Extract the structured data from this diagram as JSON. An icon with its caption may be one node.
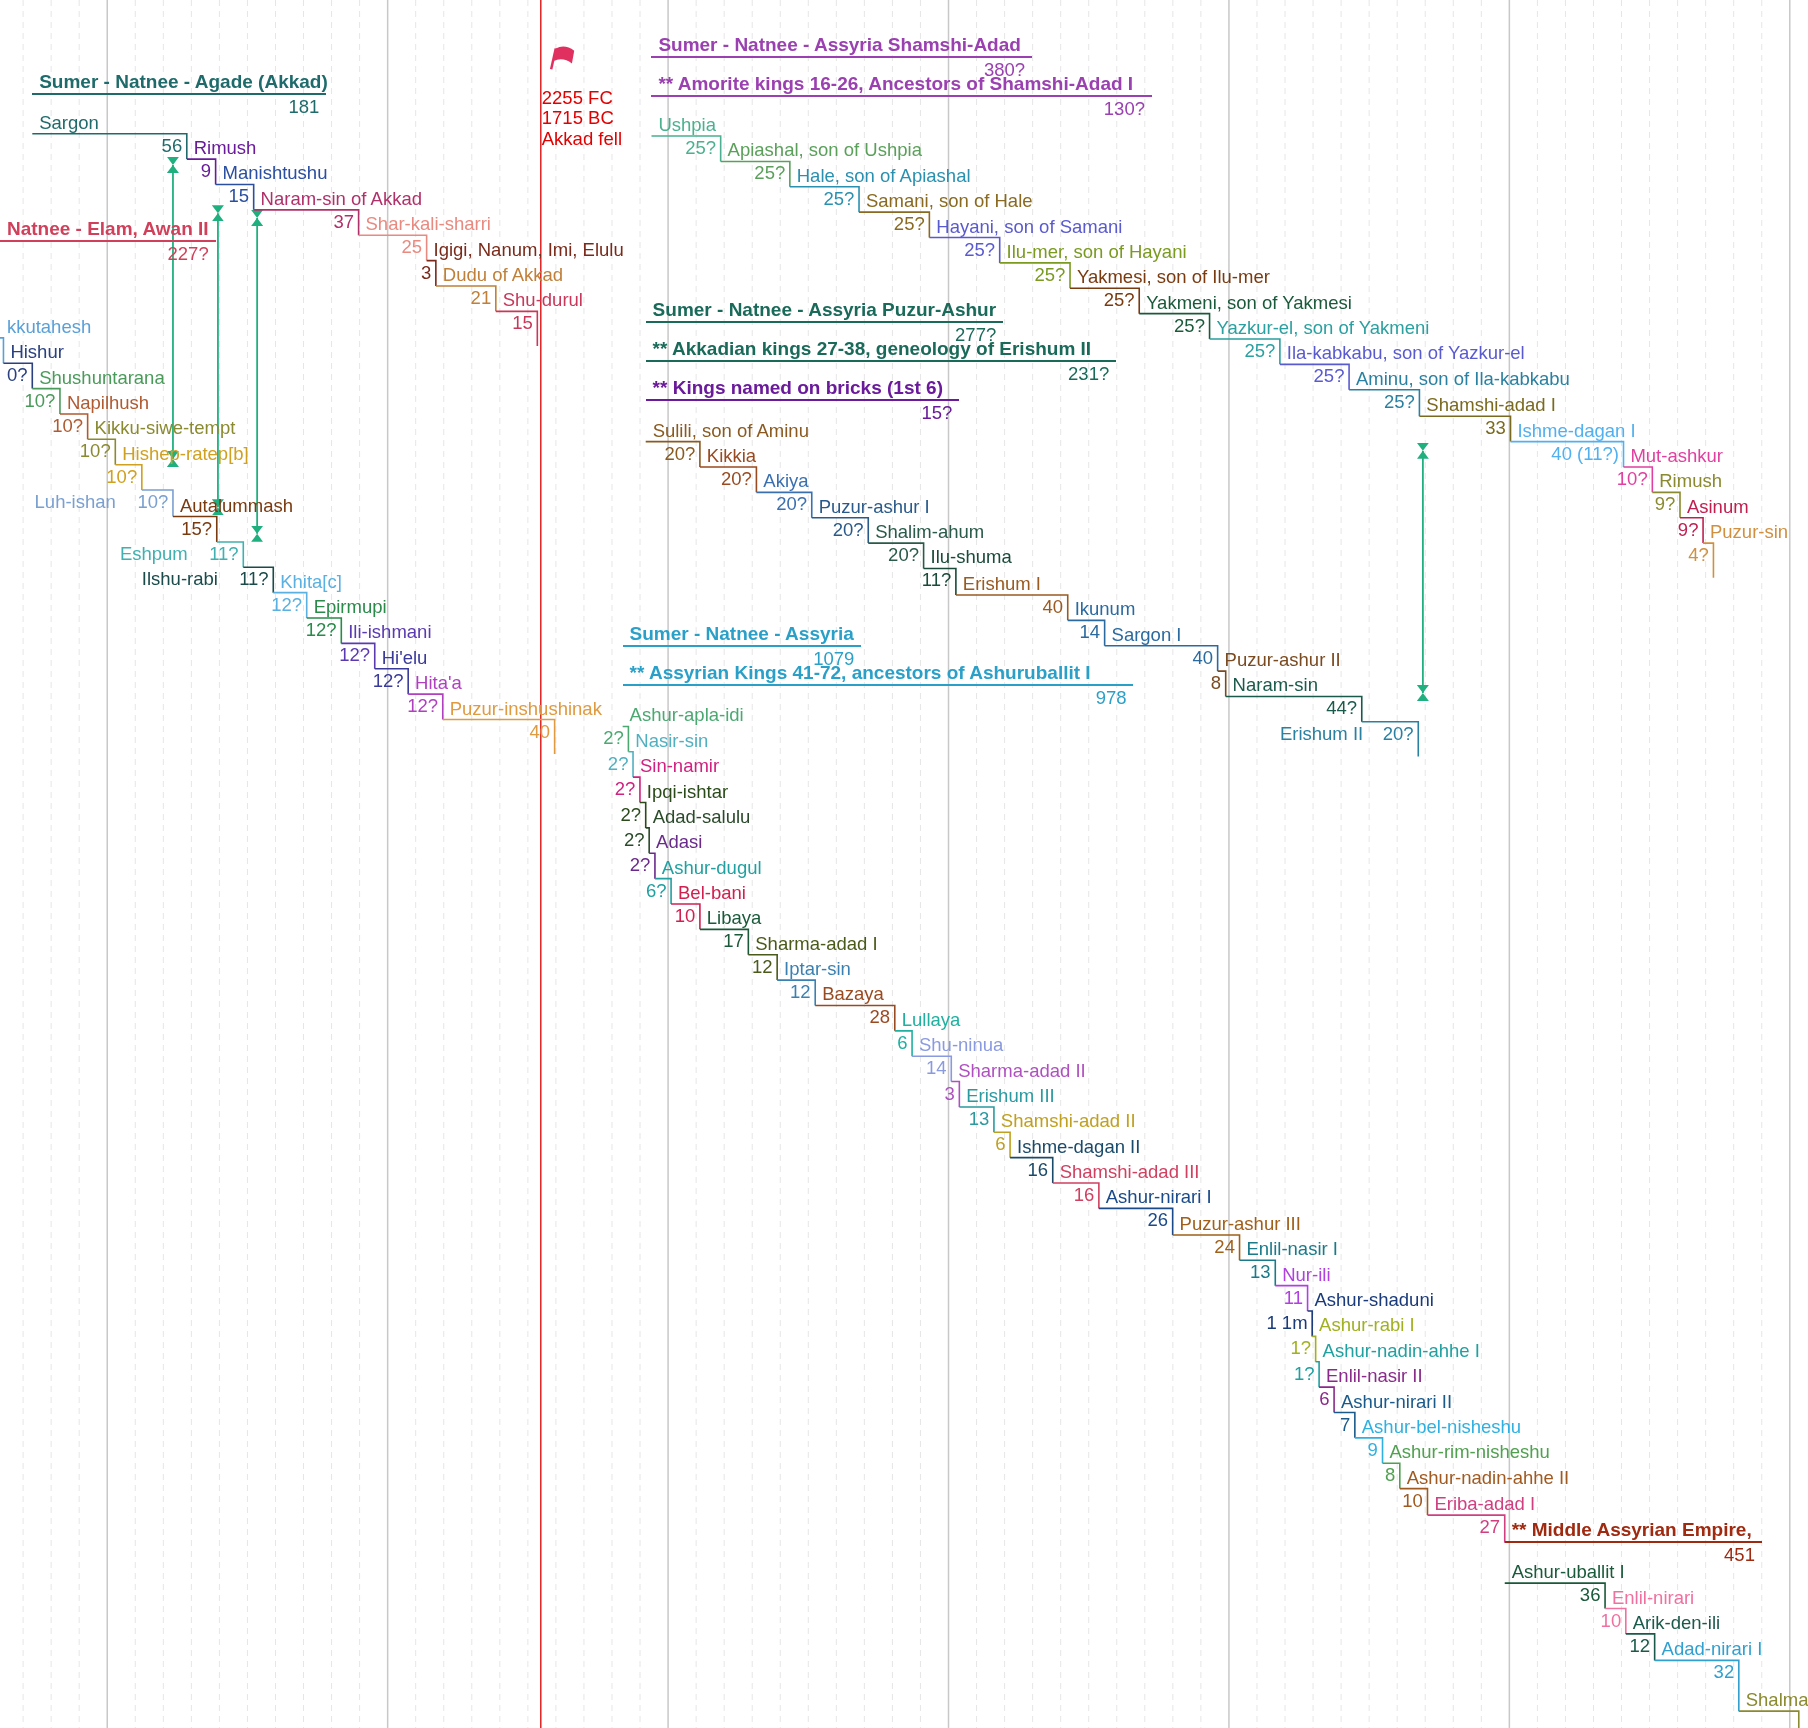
{
  "diagram": {
    "nodes": [
      {
        "text": [
          "Sumer - Natnee - Agade (Akkad)"
        ],
        "beside": [
          "181"
        ]
      },
      {
        "text": [
          "Sargon"
        ],
        "beside": [
          "56"
        ]
      },
      {
        "text": [
          "Rimush"
        ],
        "beside": [
          "9"
        ]
      },
      {
        "text": [
          "Manishtushu"
        ],
        "beside": [
          "15"
        ]
      },
      {
        "text": [
          "Naram-sin of Akkad"
        ],
        "beside": [
          "37"
        ]
      },
      {
        "text": [
          "Shar-kali-sharri"
        ],
        "beside": [
          "25"
        ]
      },
      {
        "text": [
          "Igigi, Nanum, Imi, Elulu"
        ],
        "beside": [
          "3"
        ]
      },
      {
        "text": [
          "Dudu of Akkad"
        ],
        "beside": [
          "21"
        ]
      },
      {
        "text": [
          "Shu-durul"
        ],
        "beside": [
          "15"
        ]
      },
      {
        "text": [
          "Natnee - Elam, Awan II"
        ],
        "beside": [
          "227?"
        ]
      },
      {
        "text": [
          "kkutahesh"
        ]
      },
      {
        "text": [
          "Hishur"
        ],
        "beside": [
          "0?"
        ]
      },
      {
        "text": [
          "Shushuntarana"
        ],
        "beside": [
          "10?"
        ]
      },
      {
        "text": [
          "Napilhush"
        ],
        "beside": [
          "10?"
        ]
      },
      {
        "text": [
          "Kikku-siwe-tempt"
        ],
        "beside": [
          "10?"
        ]
      },
      {
        "text": [
          "Hishep-ratep[b]"
        ],
        "beside": [
          "10?"
        ]
      },
      {
        "text": [
          "Luh-ishan"
        ],
        "beside": [
          "10?"
        ]
      },
      {
        "text": [
          "Autalummash"
        ],
        "beside": [
          "15?"
        ]
      },
      {
        "text": [
          "Eshpum"
        ],
        "beside": [
          "11?"
        ]
      },
      {
        "text": [
          "Ilshu-rabi"
        ],
        "beside": [
          "11?"
        ]
      },
      {
        "text": [
          "Khita[c]"
        ],
        "beside": [
          "12?"
        ]
      },
      {
        "text": [
          "Epirmupi"
        ],
        "beside": [
          "12?"
        ]
      },
      {
        "text": [
          "Ili-ishmani"
        ],
        "beside": [
          "12?"
        ]
      },
      {
        "text": [
          "Hi'elu"
        ],
        "beside": [
          "12?"
        ]
      },
      {
        "text": [
          "Hita'a"
        ],
        "beside": [
          "12?"
        ]
      },
      {
        "text": [
          "Puzur-inshushinak"
        ],
        "beside": [
          "40"
        ]
      },
      {
        "text": [
          "Sumer - Natnee - Assyria Shamshi-Adad"
        ],
        "beside": [
          "380?"
        ]
      },
      {
        "text": [
          "** Amorite kings 16-26, Ancestors of Shamshi-Adad I"
        ],
        "beside": [
          "130?"
        ]
      },
      {
        "text": [
          "Ushpia"
        ],
        "beside": [
          "25?"
        ]
      },
      {
        "text": [
          "Apiashal, son of Ushpia"
        ],
        "beside": [
          "25?"
        ]
      },
      {
        "text": [
          "Hale, son of Apiashal"
        ],
        "beside": [
          "25?"
        ]
      },
      {
        "text": [
          "Samani, son of Hale"
        ],
        "beside": [
          "25?"
        ]
      },
      {
        "text": [
          "Hayani, son of Samani"
        ],
        "beside": [
          "25?"
        ]
      },
      {
        "text": [
          "Ilu-mer, son of Hayani"
        ],
        "beside": [
          "25?"
        ]
      },
      {
        "text": [
          "Yakmesi, son of Ilu-mer"
        ],
        "beside": [
          "25?"
        ]
      },
      {
        "text": [
          "Yakmeni, son of Yakmesi"
        ],
        "beside": [
          "25?"
        ]
      },
      {
        "text": [
          "Yazkur-el, son of Yakmeni"
        ],
        "beside": [
          "25?"
        ]
      },
      {
        "text": [
          "Ila-kabkabu, son of Yazkur-el"
        ],
        "beside": [
          "25?"
        ]
      },
      {
        "text": [
          "Aminu, son of Ila-kabkabu"
        ],
        "beside": [
          "25?"
        ]
      },
      {
        "text": [
          "Shamshi-adad I"
        ],
        "beside": [
          "33"
        ]
      },
      {
        "text": [
          "Ishme-dagan I"
        ],
        "beside": [
          "40 (11?)"
        ]
      },
      {
        "text": [
          "Mut-ashkur"
        ],
        "beside": [
          "10?"
        ]
      },
      {
        "text": [
          "Rimush"
        ],
        "beside": [
          "9?"
        ]
      },
      {
        "text": [
          "Asinum"
        ],
        "beside": [
          "9?"
        ]
      },
      {
        "text": [
          "Puzur-sin"
        ],
        "beside": [
          "4?"
        ]
      },
      {
        "text": [
          "Sumer - Natnee - Assyria Puzur-Ashur"
        ],
        "beside": [
          "277?"
        ]
      },
      {
        "text": [
          "** Akkadian kings 27-38, geneology of Erishum II"
        ],
        "beside": [
          "231?"
        ]
      },
      {
        "text": [
          "** Kings named on bricks (1st 6)"
        ],
        "beside": [
          "15?"
        ]
      },
      {
        "text": [
          "Sulili, son of Aminu"
        ],
        "beside": [
          "20?"
        ]
      },
      {
        "text": [
          "Kikkia"
        ],
        "beside": [
          "20?"
        ]
      },
      {
        "text": [
          "Akiya"
        ],
        "beside": [
          "20?"
        ]
      },
      {
        "text": [
          "Puzur-ashur I"
        ],
        "beside": [
          "20?"
        ]
      },
      {
        "text": [
          "Shalim-ahum"
        ],
        "beside": [
          "20?"
        ]
      },
      {
        "text": [
          "Ilu-shuma"
        ],
        "beside": [
          "11?"
        ]
      },
      {
        "text": [
          "Erishum I"
        ],
        "beside": [
          "40"
        ]
      },
      {
        "text": [
          "Ikunum"
        ],
        "beside": [
          "14"
        ]
      },
      {
        "text": [
          "Sargon I"
        ],
        "beside": [
          "40"
        ]
      },
      {
        "text": [
          "Puzur-ashur II"
        ],
        "beside": [
          "8"
        ]
      },
      {
        "text": [
          "Naram-sin"
        ],
        "beside": [
          "44?"
        ]
      },
      {
        "text": [
          "Erishum II"
        ],
        "beside": [
          "20?"
        ]
      },
      {
        "text": [
          "Sumer - Natnee - Assyria"
        ],
        "beside": [
          "1079"
        ]
      },
      {
        "text": [
          "** Assyrian Kings 41-72, ancestors of Ashuruballit I"
        ],
        "beside": [
          "978"
        ]
      },
      {
        "text": [
          "Ashur-apla-idi"
        ],
        "beside": [
          "2?"
        ]
      },
      {
        "text": [
          "Nasir-sin"
        ],
        "beside": [
          "2?"
        ]
      },
      {
        "text": [
          "Sin-namir"
        ],
        "beside": [
          "2?"
        ]
      },
      {
        "text": [
          "Ipqi-ishtar"
        ],
        "beside": [
          "2?"
        ]
      },
      {
        "text": [
          "Adad-salulu"
        ],
        "beside": [
          "2?"
        ]
      },
      {
        "text": [
          "Adasi"
        ],
        "beside": [
          "2?"
        ]
      },
      {
        "text": [
          "Ashur-dugul"
        ],
        "beside": [
          "6?"
        ]
      },
      {
        "text": [
          "Bel-bani"
        ],
        "beside": [
          "10"
        ]
      },
      {
        "text": [
          "Libaya"
        ],
        "beside": [
          "17"
        ]
      },
      {
        "text": [
          "Sharma-adad I"
        ],
        "beside": [
          "12"
        ]
      },
      {
        "text": [
          "Iptar-sin"
        ],
        "beside": [
          "12"
        ]
      },
      {
        "text": [
          "Bazaya"
        ],
        "beside": [
          "28"
        ]
      },
      {
        "text": [
          "Lullaya"
        ],
        "beside": [
          "6"
        ]
      },
      {
        "text": [
          "Shu-ninua"
        ],
        "beside": [
          "14"
        ]
      },
      {
        "text": [
          "Sharma-adad II"
        ],
        "beside": [
          "3"
        ]
      },
      {
        "text": [
          "Erishum III"
        ],
        "beside": [
          "13"
        ]
      },
      {
        "text": [
          "Shamshi-adad II"
        ],
        "beside": [
          "6"
        ]
      },
      {
        "text": [
          "Ishme-dagan II"
        ],
        "beside": [
          "16"
        ]
      },
      {
        "text": [
          "Shamshi-adad III"
        ],
        "beside": [
          "16"
        ]
      },
      {
        "text": [
          "Ashur-nirari I"
        ],
        "beside": [
          "26"
        ]
      },
      {
        "text": [
          "Puzur-ashur III"
        ],
        "beside": [
          "24"
        ]
      },
      {
        "text": [
          "Enlil-nasir I"
        ],
        "beside": [
          "13"
        ]
      },
      {
        "text": [
          "Nur-ili"
        ],
        "beside": [
          "11"
        ]
      },
      {
        "text": [
          "Ashur-shaduni"
        ],
        "beside": [
          "1 1m"
        ]
      },
      {
        "text": [
          "Ashur-rabi I"
        ],
        "beside": [
          "1?"
        ]
      },
      {
        "text": [
          "Ashur-nadin-ahhe I"
        ],
        "beside": [
          "1?"
        ]
      },
      {
        "text": [
          "Enlil-nasir II"
        ],
        "beside": [
          "6"
        ]
      },
      {
        "text": [
          "Ashur-nirari II"
        ],
        "beside": [
          "7"
        ]
      },
      {
        "text": [
          "Ashur-bel-nisheshu"
        ],
        "beside": [
          "9"
        ]
      },
      {
        "text": [
          "Ashur-rim-nisheshu"
        ],
        "beside": [
          "8"
        ]
      },
      {
        "text": [
          "Ashur-nadin-ahhe II"
        ],
        "beside": [
          "10"
        ]
      },
      {
        "text": [
          "Eriba-adad I"
        ],
        "beside": [
          "27"
        ]
      },
      {
        "text": [
          "** Middle Assyrian Empire,"
        ],
        "beside": [
          "451"
        ]
      },
      {
        "text": [
          "Ashur-uballit I"
        ],
        "beside": [
          "36"
        ]
      },
      {
        "text": [
          "Enlil-nirari"
        ],
        "beside": [
          "10"
        ]
      },
      {
        "text": [
          "Arik-den-ili"
        ],
        "beside": [
          "12"
        ]
      },
      {
        "text": [
          "Adad-nirari I"
        ],
        "beside": [
          "32"
        ]
      },
      {
        "text": [
          "Shalma"
        ]
      }
    ],
    "edges": [
      {
        "from": 2,
        "to": 15,
        "arrow": "both",
        "color": "#20b080"
      },
      {
        "from": 4,
        "to": 17,
        "arrow": "both",
        "color": "#20b080"
      },
      {
        "from": 4,
        "to": 18,
        "arrow": "both",
        "color": "#20b080"
      },
      {
        "from": 39,
        "to": 59,
        "arrow": "both",
        "color": "#20b080"
      },
      {
        "from": 1,
        "to": 2,
        "arrow": "none",
        "color": "#1f6b6b"
      },
      {
        "from": 2,
        "to": 3,
        "arrow": "none",
        "color": "#6a1b9a"
      },
      {
        "from": 3,
        "to": 4,
        "arrow": "none",
        "color": "#2a4fa0"
      },
      {
        "from": 4,
        "to": 5,
        "arrow": "none",
        "color": "#b0306a"
      },
      {
        "from": 5,
        "to": 6,
        "arrow": "none",
        "color": "#e88a80"
      },
      {
        "from": 6,
        "to": 7,
        "arrow": "none",
        "color": "#7a2a1a"
      },
      {
        "from": 7,
        "to": 8,
        "arrow": "none",
        "color": "#c0803a"
      },
      {
        "from": 8,
        "to": null,
        "arrow": "none",
        "color": "#c8385a"
      },
      {
        "from": 10,
        "to": 11,
        "arrow": "none",
        "color": "#5aa0d8"
      },
      {
        "from": 11,
        "to": 12,
        "arrow": "none",
        "color": "#2a4080"
      },
      {
        "from": 12,
        "to": 13,
        "arrow": "none",
        "color": "#4a9a5a"
      },
      {
        "from": 13,
        "to": 14,
        "arrow": "none",
        "color": "#b05a30"
      },
      {
        "from": 14,
        "to": 15,
        "arrow": "none",
        "color": "#8a8a30"
      },
      {
        "from": 15,
        "to": 16,
        "arrow": "none",
        "color": "#d0a020"
      },
      {
        "from": 16,
        "to": 17,
        "arrow": "none",
        "color": "#7aa0d0"
      },
      {
        "from": 17,
        "to": 18,
        "arrow": "none",
        "color": "#7a3a10"
      },
      {
        "from": 18,
        "to": 19,
        "arrow": "none",
        "color": "#40b0b0"
      },
      {
        "from": 19,
        "to": 20,
        "arrow": "none",
        "color": "#1a4a4a"
      },
      {
        "from": 20,
        "to": 21,
        "arrow": "none",
        "color": "#5ab0e0"
      },
      {
        "from": 21,
        "to": 22,
        "arrow": "none",
        "color": "#2a8a4a"
      },
      {
        "from": 22,
        "to": 23,
        "arrow": "none",
        "color": "#5a3ab0"
      },
      {
        "from": 23,
        "to": 24,
        "arrow": "none",
        "color": "#3a3a9a"
      },
      {
        "from": 24,
        "to": 25,
        "arrow": "none",
        "color": "#b040c0"
      },
      {
        "from": 25,
        "to": null,
        "arrow": "none",
        "color": "#e09a40"
      },
      {
        "from": 28,
        "to": 29,
        "arrow": "none",
        "color": "#4ab090"
      },
      {
        "from": 29,
        "to": 30,
        "arrow": "none",
        "color": "#5aa05a"
      },
      {
        "from": 30,
        "to": 31,
        "arrow": "none",
        "color": "#2a90b0"
      },
      {
        "from": 31,
        "to": 32,
        "arrow": "none",
        "color": "#8a6a20"
      },
      {
        "from": 32,
        "to": 33,
        "arrow": "none",
        "color": "#5a5ad0"
      },
      {
        "from": 33,
        "to": 34,
        "arrow": "none",
        "color": "#7a9a20"
      },
      {
        "from": 34,
        "to": 35,
        "arrow": "none",
        "color": "#7a3a10"
      },
      {
        "from": 35,
        "to": 36,
        "arrow": "none",
        "color": "#1a5a3a"
      },
      {
        "from": 36,
        "to": 37,
        "arrow": "none",
        "color": "#2aa0a0"
      },
      {
        "from": 37,
        "to": 38,
        "arrow": "none",
        "color": "#5a5ad0"
      },
      {
        "from": 38,
        "to": 39,
        "arrow": "none",
        "color": "#2a80a0"
      },
      {
        "from": 39,
        "to": 40,
        "arrow": "none",
        "color": "#7a6a20"
      },
      {
        "from": 40,
        "to": 41,
        "arrow": "none",
        "color": "#50b0f0"
      },
      {
        "from": 41,
        "to": 42,
        "arrow": "none",
        "color": "#e040a0"
      },
      {
        "from": 42,
        "to": 43,
        "arrow": "none",
        "color": "#8a8a30"
      },
      {
        "from": 43,
        "to": 44,
        "arrow": "none",
        "color": "#c02050"
      },
      {
        "from": 44,
        "to": null,
        "arrow": "none",
        "color": "#d09040"
      },
      {
        "from": 48,
        "to": 49,
        "arrow": "none",
        "color": "#8a5a20"
      },
      {
        "from": 49,
        "to": 50,
        "arrow": "none",
        "color": "#9a4a20"
      },
      {
        "from": 50,
        "to": 51,
        "arrow": "none",
        "color": "#3a70b0"
      },
      {
        "from": 51,
        "to": 52,
        "arrow": "none",
        "color": "#2a5a8a"
      },
      {
        "from": 52,
        "to": 53,
        "arrow": "none",
        "color": "#2a5a4a"
      },
      {
        "from": 53,
        "to": 54,
        "arrow": "none",
        "color": "#1a4a3a"
      },
      {
        "from": 54,
        "to": 55,
        "arrow": "none",
        "color": "#9a5a20"
      },
      {
        "from": 55,
        "to": 56,
        "arrow": "none",
        "color": "#2a6aa0"
      },
      {
        "from": 56,
        "to": 57,
        "arrow": "none",
        "color": "#2a6aa0"
      },
      {
        "from": 57,
        "to": 58,
        "arrow": "none",
        "color": "#7a4a20"
      },
      {
        "from": 58,
        "to": 59,
        "arrow": "none",
        "color": "#1a5a4a"
      },
      {
        "from": 59,
        "to": null,
        "arrow": "none",
        "color": "#2a80a0"
      },
      {
        "from": 62,
        "to": 63,
        "arrow": "none",
        "color": "#4aa870"
      },
      {
        "from": 63,
        "to": 64,
        "arrow": "none",
        "color": "#50b0c0"
      },
      {
        "from": 64,
        "to": 65,
        "arrow": "none",
        "color": "#d02080"
      },
      {
        "from": 65,
        "to": 66,
        "arrow": "none",
        "color": "#2a4a1a"
      },
      {
        "from": 66,
        "to": 67,
        "arrow": "none",
        "color": "#2a4a2a"
      },
      {
        "from": 67,
        "to": 68,
        "arrow": "none",
        "color": "#6a2a8a"
      },
      {
        "from": 68,
        "to": 69,
        "arrow": "none",
        "color": "#20a0a0"
      },
      {
        "from": 69,
        "to": 70,
        "arrow": "none",
        "color": "#d02050"
      },
      {
        "from": 70,
        "to": 71,
        "arrow": "none",
        "color": "#1a5a3a"
      },
      {
        "from": 71,
        "to": 72,
        "arrow": "none",
        "color": "#4a5a1a"
      },
      {
        "from": 72,
        "to": 73,
        "arrow": "none",
        "color": "#3a80b0"
      },
      {
        "from": 73,
        "to": 74,
        "arrow": "none",
        "color": "#9a4a20"
      },
      {
        "from": 74,
        "to": 75,
        "arrow": "none",
        "color": "#20b0a0"
      },
      {
        "from": 75,
        "to": 76,
        "arrow": "none",
        "color": "#8a9ae0"
      },
      {
        "from": 76,
        "to": 77,
        "arrow": "none",
        "color": "#b050c0"
      },
      {
        "from": 77,
        "to": 78,
        "arrow": "none",
        "color": "#2a9aa0"
      },
      {
        "from": 78,
        "to": 79,
        "arrow": "none",
        "color": "#c0a020"
      },
      {
        "from": 79,
        "to": 80,
        "arrow": "none",
        "color": "#1a4a6a"
      },
      {
        "from": 80,
        "to": 81,
        "arrow": "none",
        "color": "#d04060"
      },
      {
        "from": 81,
        "to": 82,
        "arrow": "none",
        "color": "#1a4a8a"
      },
      {
        "from": 82,
        "to": 83,
        "arrow": "none",
        "color": "#a0601a"
      },
      {
        "from": 83,
        "to": 84,
        "arrow": "none",
        "color": "#1a7a8a"
      },
      {
        "from": 84,
        "to": 85,
        "arrow": "none",
        "color": "#b040e0"
      },
      {
        "from": 85,
        "to": 86,
        "arrow": "none",
        "color": "#1a3a7a"
      },
      {
        "from": 86,
        "to": 87,
        "arrow": "none",
        "color": "#a0b020"
      },
      {
        "from": 87,
        "to": 88,
        "arrow": "none",
        "color": "#20a0a0"
      },
      {
        "from": 88,
        "to": 89,
        "arrow": "none",
        "color": "#8a2a8a"
      },
      {
        "from": 89,
        "to": 90,
        "arrow": "none",
        "color": "#1a5a8a"
      },
      {
        "from": 90,
        "to": 91,
        "arrow": "none",
        "color": "#30b0e0"
      },
      {
        "from": 91,
        "to": 92,
        "arrow": "none",
        "color": "#50a050"
      },
      {
        "from": 92,
        "to": 93,
        "arrow": "none",
        "color": "#a05a20"
      },
      {
        "from": 93,
        "to": 94,
        "arrow": "none",
        "color": "#d04080"
      },
      {
        "from": 95,
        "to": 96,
        "arrow": "none",
        "color": "#1a5a3a"
      },
      {
        "from": 96,
        "to": 97,
        "arrow": "none",
        "color": "#f070a0"
      },
      {
        "from": 97,
        "to": 98,
        "arrow": "none",
        "color": "#1a5a4a"
      },
      {
        "from": 98,
        "to": 99,
        "arrow": "none",
        "color": "#30a0d0"
      },
      {
        "from": 99,
        "to": null,
        "arrow": "none",
        "color": "#8a8a30"
      }
    ],
    "labels": [
      "2255 FC",
      "1715 BC",
      "Akkad fell"
    ]
  }
}
